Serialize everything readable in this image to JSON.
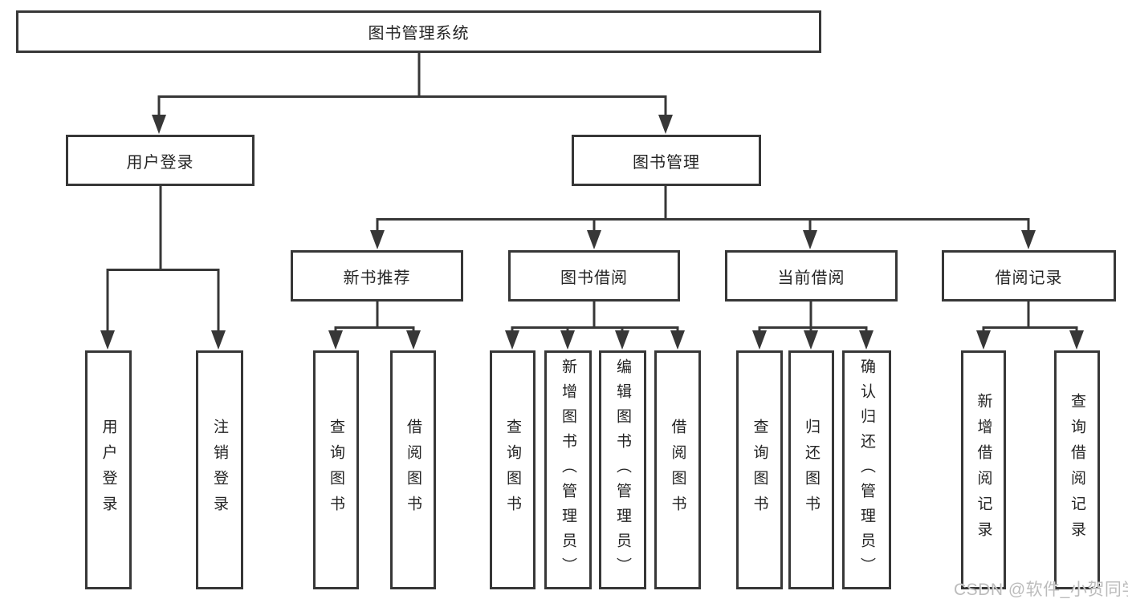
{
  "diagram": {
    "root": {
      "label": "图书管理系统"
    },
    "level2": [
      {
        "label": "用户登录"
      },
      {
        "label": "图书管理"
      }
    ],
    "level3": [
      {
        "label": "新书推荐"
      },
      {
        "label": "图书借阅"
      },
      {
        "label": "当前借阅"
      },
      {
        "label": "借阅记录"
      }
    ],
    "leaves": [
      {
        "label": "用户登录"
      },
      {
        "label": "注销登录"
      },
      {
        "label": "查询图书"
      },
      {
        "label": "借阅图书"
      },
      {
        "label": "查询图书"
      },
      {
        "label": "新增图书（管理员）"
      },
      {
        "label": "编辑图书（管理员）"
      },
      {
        "label": "借阅图书"
      },
      {
        "label": "查询图书"
      },
      {
        "label": "归还图书"
      },
      {
        "label": "确认归还（管理员）"
      },
      {
        "label": "新增借阅记录"
      },
      {
        "label": "查询借阅记录"
      }
    ],
    "watermark": "CSDN @软件_小贺同学",
    "colors": {
      "line": "#373737",
      "text": "#242424",
      "watermark": "#bcbcbc",
      "background": "#ffffff"
    }
  }
}
